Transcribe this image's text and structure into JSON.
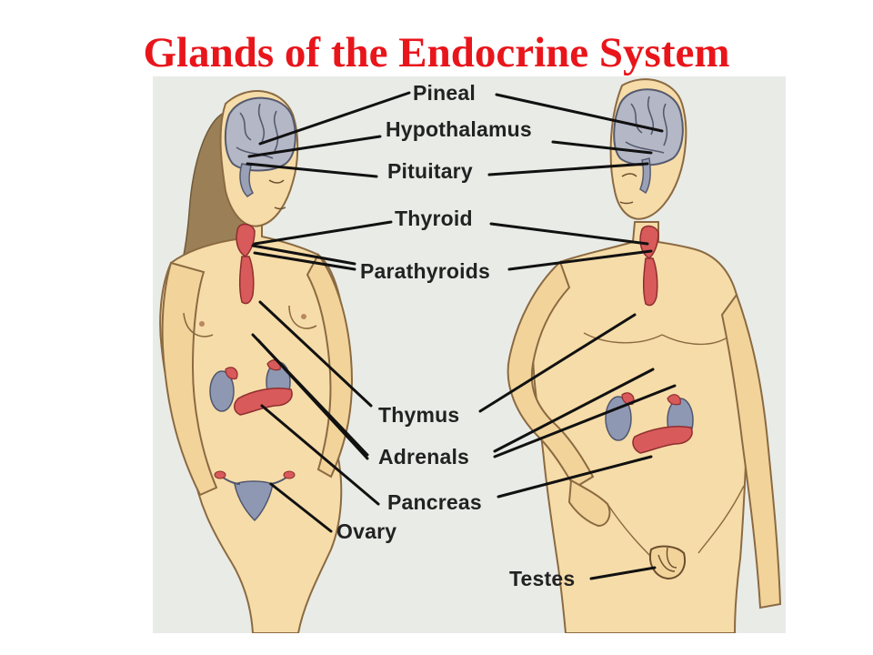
{
  "title": "Glands of the Endocrine System",
  "labels": {
    "pineal": "Pineal",
    "hypothalamus": "Hypothalamus",
    "pituitary": "Pituitary",
    "thyroid": "Thyroid",
    "parathyroids": "Parathyroids",
    "thymus": "Thymus",
    "adrenals": "Adrenals",
    "pancreas": "Pancreas",
    "ovary": "Ovary",
    "testes": "Testes"
  },
  "colors": {
    "title": "#e8151b",
    "skin": "#f6dca8",
    "skin_outline": "#8b6a42",
    "hair": "#9b8057",
    "brain": "#b4b7c6",
    "gland": "#d85a5a",
    "kidney": "#8e98b2",
    "background": "#e9ebe6"
  }
}
